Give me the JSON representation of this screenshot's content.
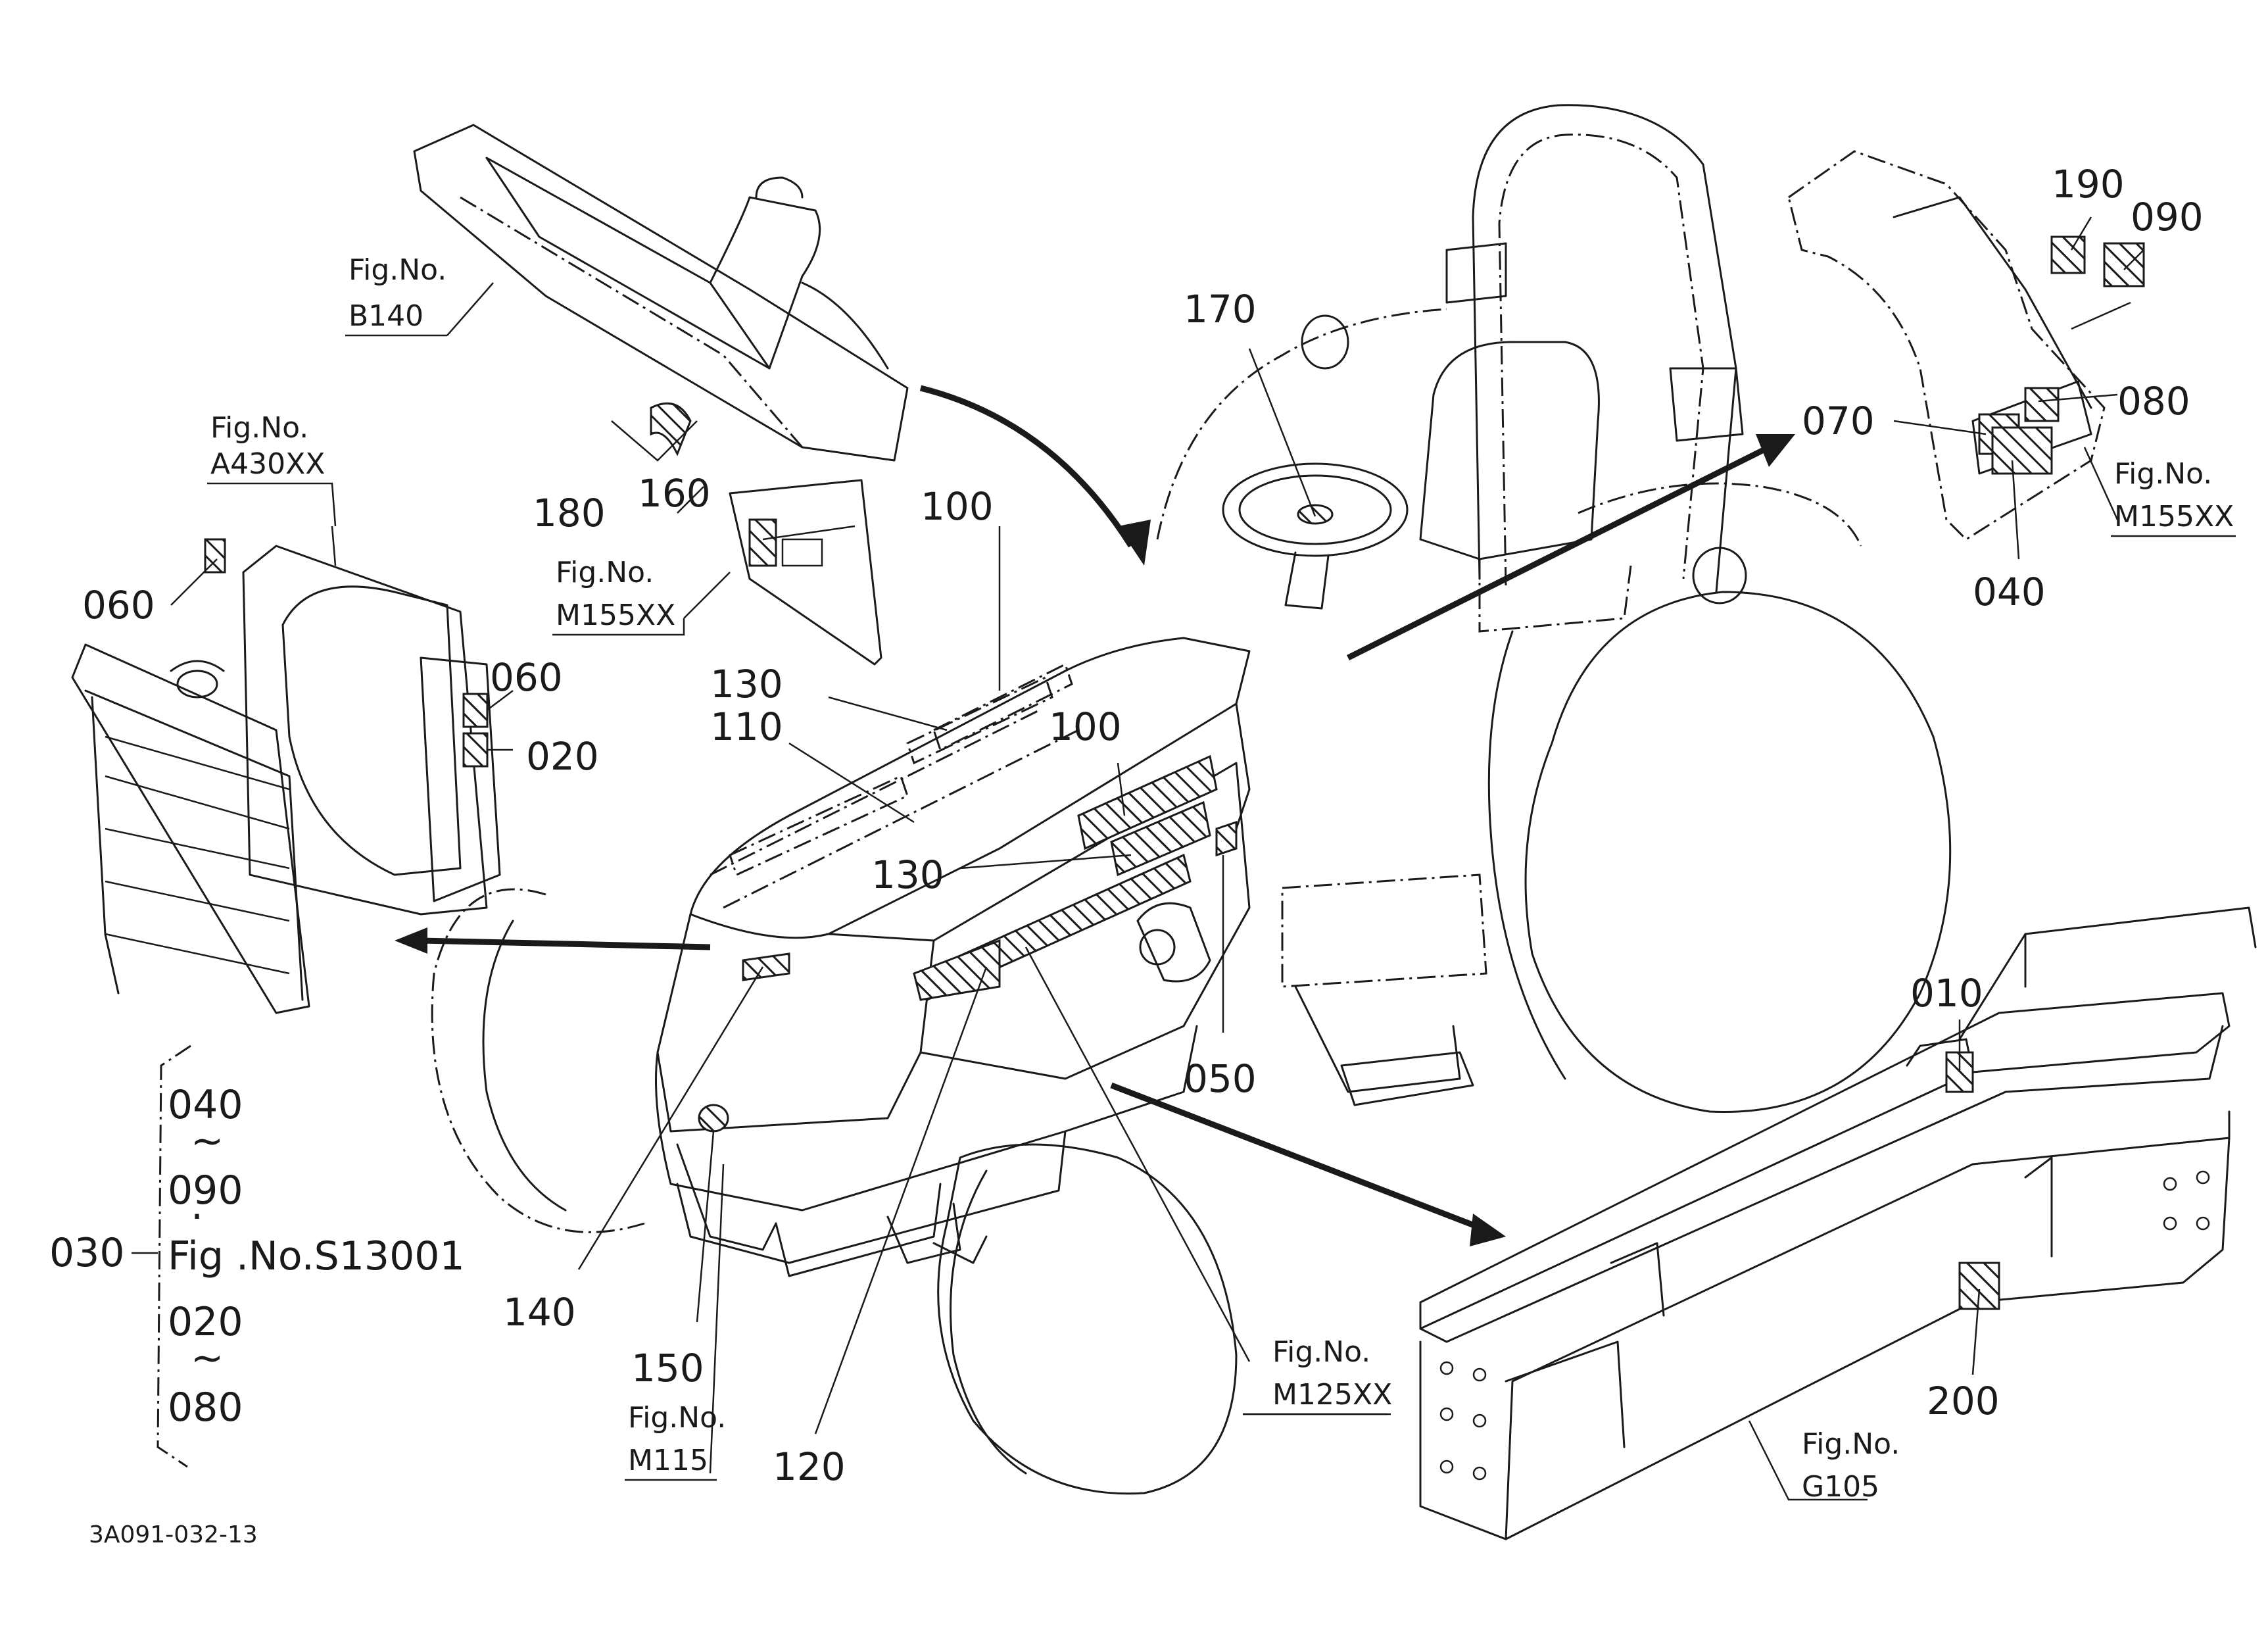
{
  "parts": {
    "p010": "010",
    "p020": "020",
    "p030": "030",
    "p040a": "040",
    "p040b": "040",
    "p050": "050",
    "p060a": "060",
    "p060b": "060",
    "p070": "070",
    "p080a": "080",
    "p080b": "080",
    "p090a": "090",
    "p090b": "090",
    "p100a": "100",
    "p100b": "100",
    "p110": "110",
    "p120": "120",
    "p130a": "130",
    "p130b": "130",
    "p140": "140",
    "p150": "150",
    "p160": "160",
    "p170": "170",
    "p180": "180",
    "p190": "190",
    "p020b": "020",
    "p200": "200"
  },
  "figs": {
    "b140": {
      "line1": "Fig.No.",
      "line2": "B140"
    },
    "a430": {
      "line1": "Fig.No.",
      "line2": "A430XX"
    },
    "m155a": {
      "line1": "Fig.No.",
      "line2": "M155XX"
    },
    "m155b": {
      "line1": "Fig.No.",
      "line2": "M155XX"
    },
    "m125": {
      "line1": "Fig.No.",
      "line2": "M125XX"
    },
    "m115": {
      "line1": "Fig.No.",
      "line2": "M115"
    },
    "g105": {
      "line1": "Fig.No.",
      "line2": "G105"
    }
  },
  "bracket": {
    "tilde1": "~",
    "dot": "·",
    "fig": "Fig .No.S13001",
    "tilde2": "~"
  },
  "drawing_number": "3A091-032-13"
}
